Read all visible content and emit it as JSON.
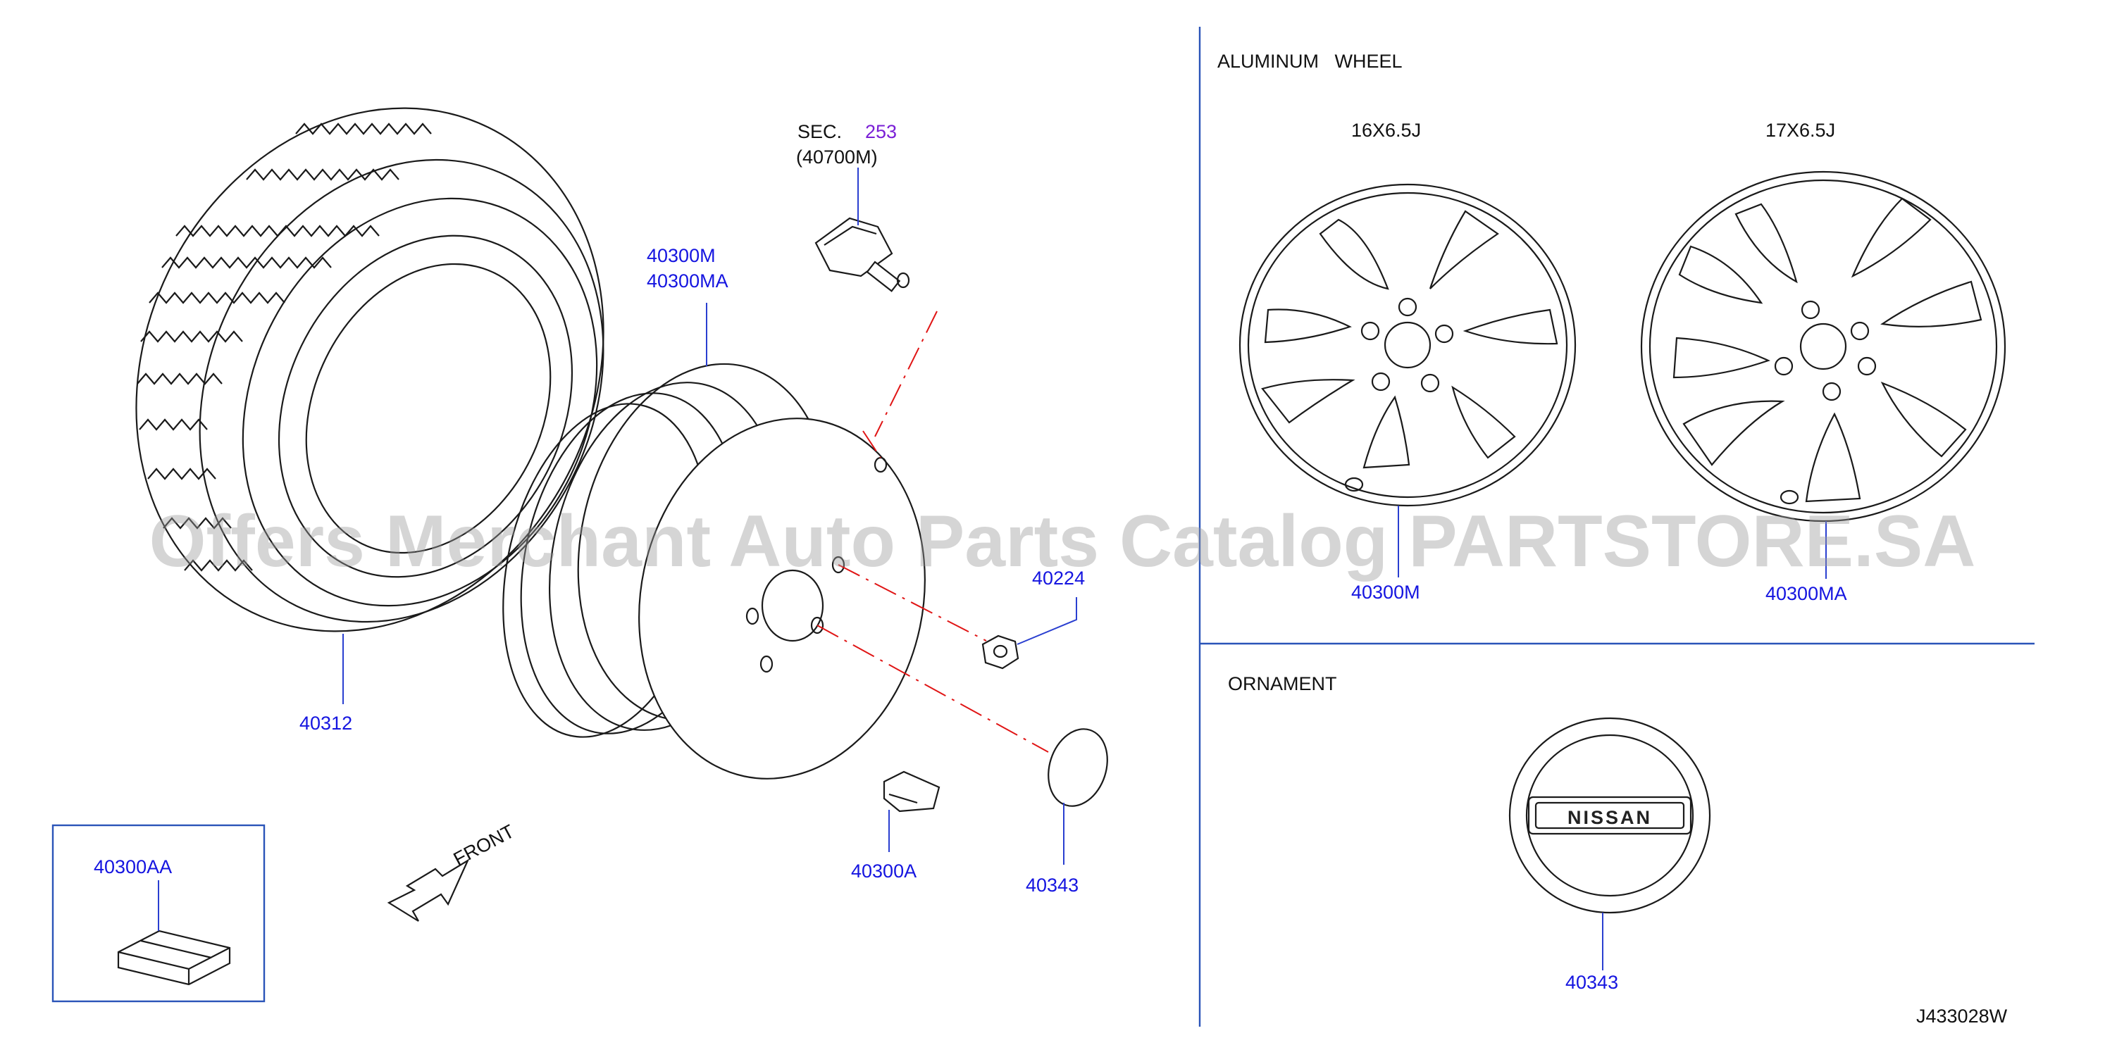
{
  "watermark": "Offers Merchant Auto Parts Catalog PARTSTORE.SA",
  "sections": {
    "aluminum_wheel": "ALUMINUM   WHEEL",
    "ornament": "ORNAMENT"
  },
  "wheel_sizes": {
    "left": "16X6.5J",
    "right": "17X6.5J"
  },
  "sec_ref": {
    "prefix": "SEC.",
    "number": "253",
    "part": "(40700M)"
  },
  "parts": {
    "rim_a": "40300M",
    "rim_b": "40300MA",
    "tire": "40312",
    "nut": "40224",
    "valve": "40300A",
    "cap": "40343",
    "weight": "40300AA",
    "alu16": "40300M",
    "alu17": "40300MA",
    "ornament": "40343"
  },
  "front_label": "FRONT",
  "ornament_logo": "NISSAN",
  "diagram_code": "J433028W",
  "colors": {
    "part_number": "#1515e0",
    "section_ref": "#7a1fd6",
    "centerline": "#e01515",
    "leader": "#2a3fd0"
  }
}
